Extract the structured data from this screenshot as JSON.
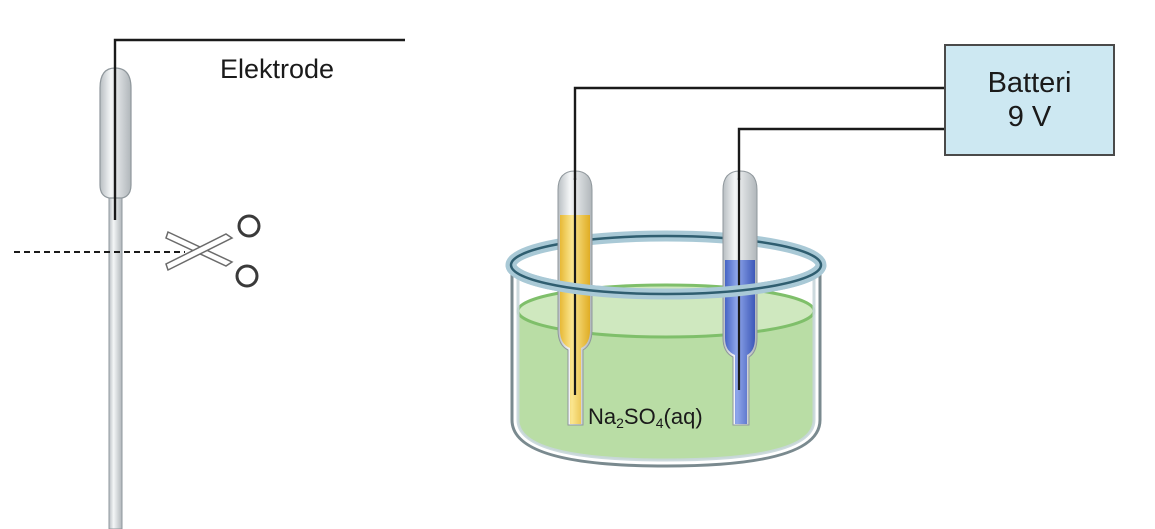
{
  "labels": {
    "electrode": "Elektrode",
    "battery_line1": "Batteri",
    "battery_line2": "9 V",
    "solution": {
      "part1": "Na",
      "sub1": "2",
      "part2": "SO",
      "sub2": "4",
      "part3": "(aq)"
    }
  },
  "colors": {
    "wire": "#1a1a1a",
    "glass": "#d8dde0",
    "battery_fill": "#cde8f2",
    "solution_green": "#b9dda5",
    "beaker_rim": "#a9c9d6",
    "yellow_tube": "#f4d150",
    "blue_tube": "#5b79d6"
  }
}
